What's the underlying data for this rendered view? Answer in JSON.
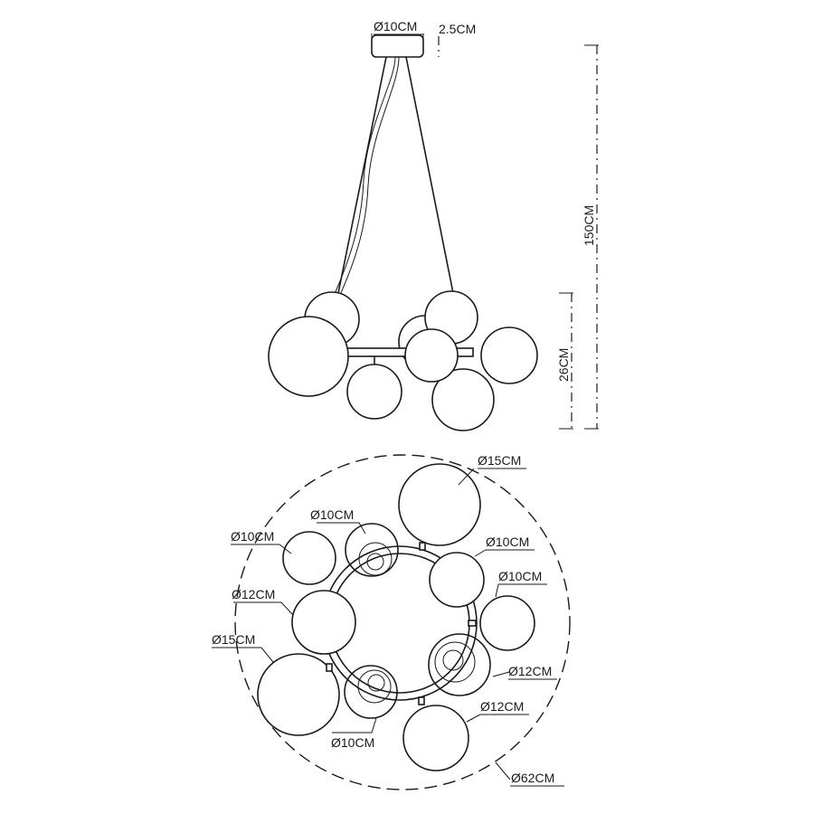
{
  "side_view": {
    "canopy_diameter": "Ø10CM",
    "canopy_height": "2.5CM",
    "total_height": "150CM",
    "fixture_height": "26CM"
  },
  "top_view": {
    "labels": {
      "top_globe": "Ø15CM",
      "upper_cup": "Ø10CM",
      "upper_left_globe": "Ø10CM",
      "right_inner_globe": "Ø10CM",
      "right_outer_globe": "Ø10CM",
      "left_mid_globe": "Ø12CM",
      "left_large_globe": "Ø15CM",
      "right_cup": "Ø12CM",
      "bottom_globe": "Ø12CM",
      "bottom_cup": "Ø10CM",
      "overall": "Ø62CM"
    }
  }
}
